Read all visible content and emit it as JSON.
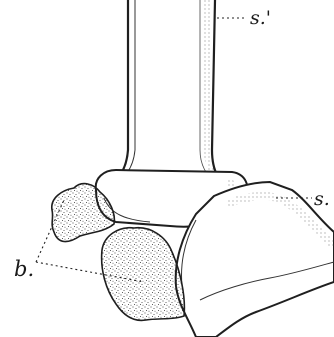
{
  "labels": {
    "s_prime": "s.'",
    "s": "s.",
    "b": "b."
  }
}
